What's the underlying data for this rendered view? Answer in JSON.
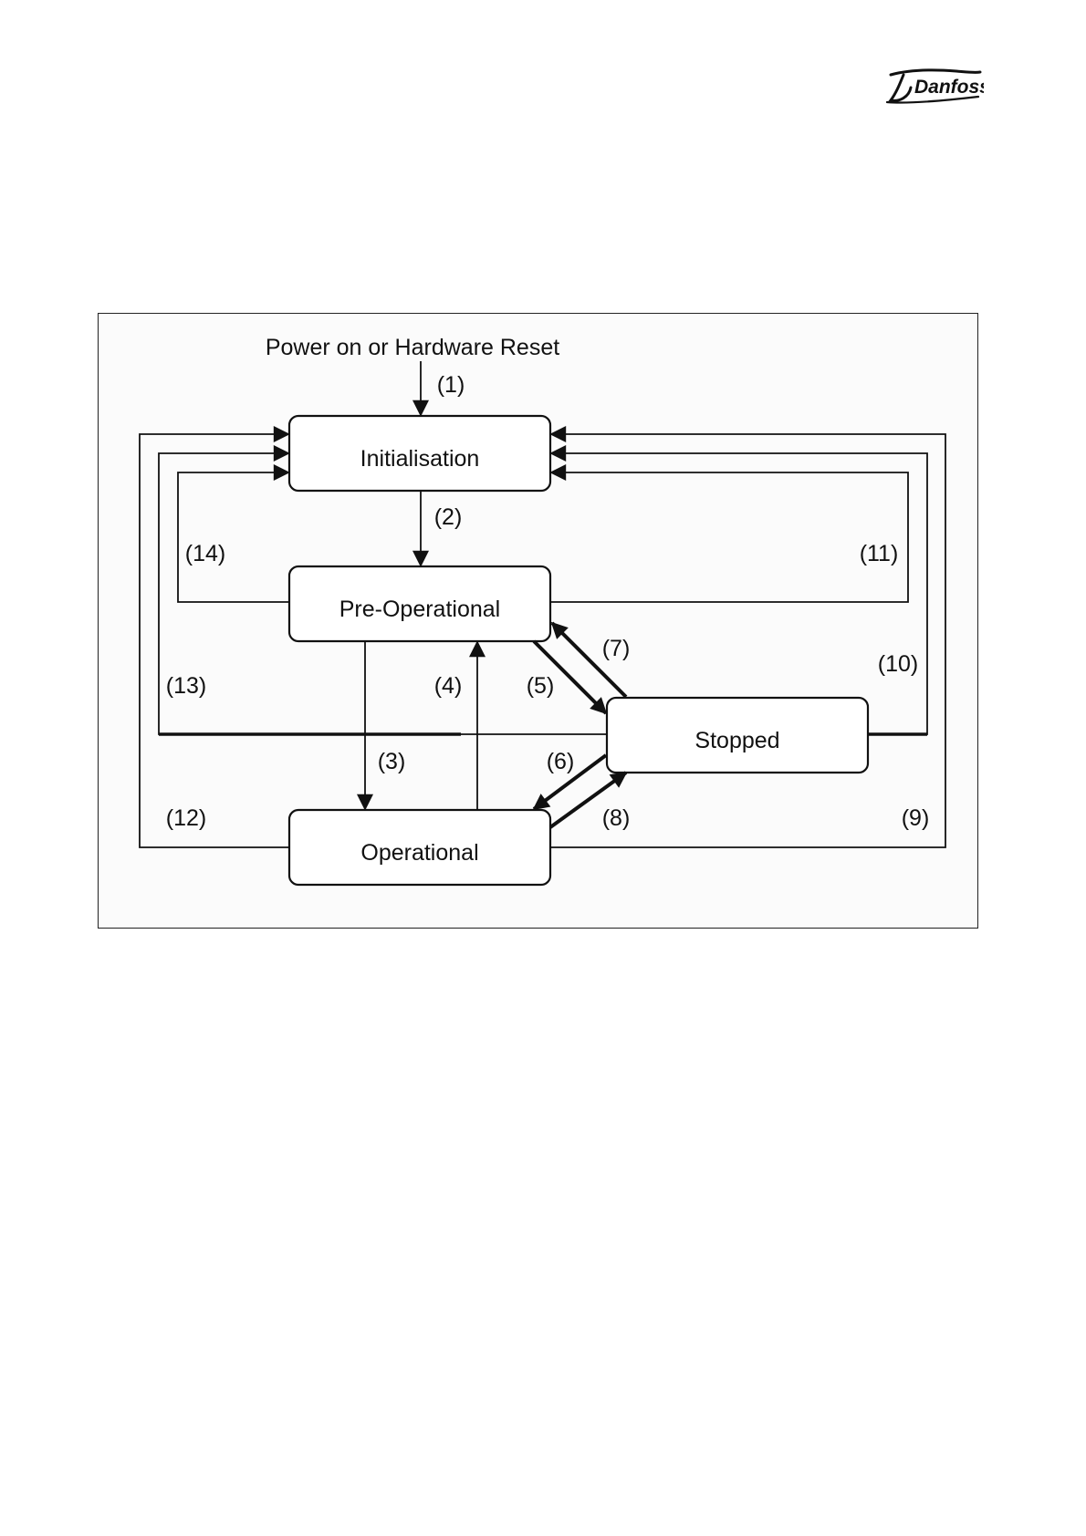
{
  "header": {
    "logo_text": "Danfoss"
  },
  "diagram": {
    "start_label": "Power on or Hardware Reset",
    "states": {
      "initialisation": "Initialisation",
      "pre_operational": "Pre-Operational",
      "operational": "Operational",
      "stopped": "Stopped"
    },
    "transitions": {
      "t1": "(1)",
      "t2": "(2)",
      "t3": "(3)",
      "t4": "(4)",
      "t5": "(5)",
      "t6": "(6)",
      "t7": "(7)",
      "t8": "(8)",
      "t9": "(9)",
      "t10": "(10)",
      "t11": "(11)",
      "t12": "(12)",
      "t13": "(13)",
      "t14": "(14)"
    }
  }
}
